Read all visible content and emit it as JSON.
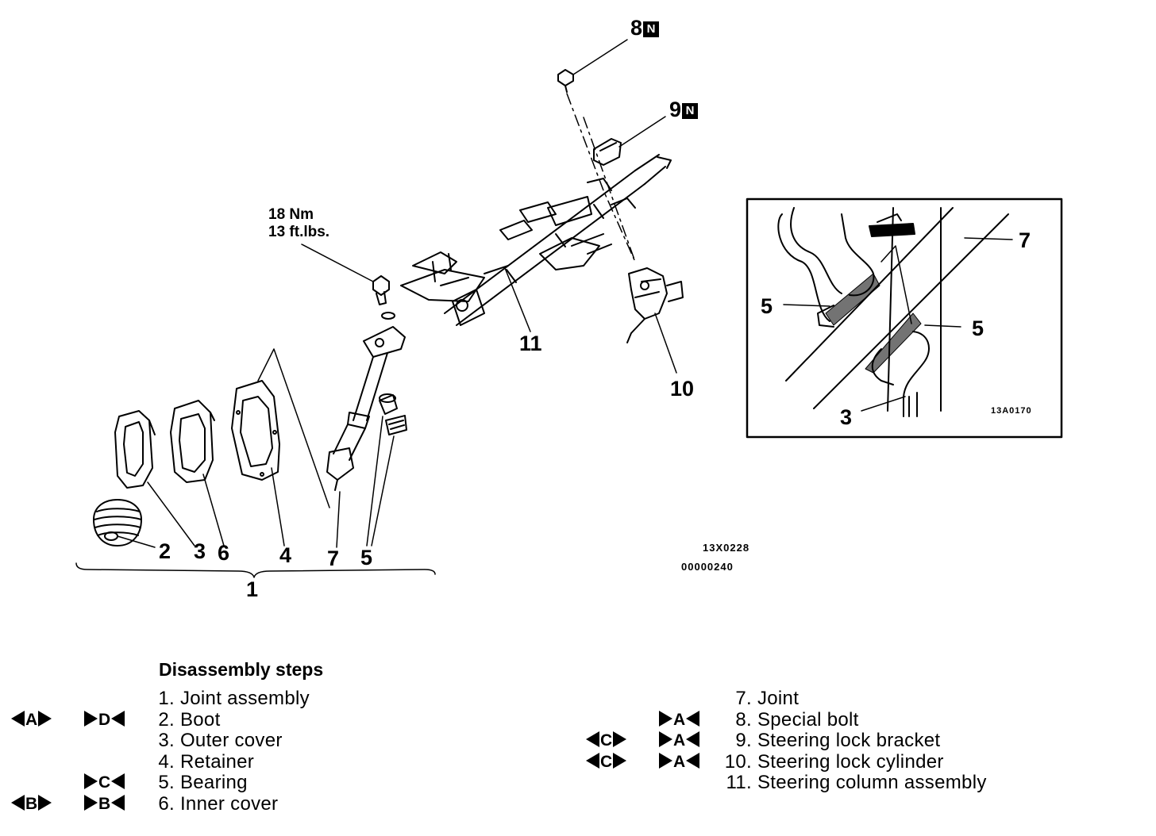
{
  "callouts": {
    "c1": "1",
    "c2": "2",
    "c3": "3",
    "c4": "4",
    "c5": "5",
    "c6": "6",
    "c7": "7",
    "c8": "8",
    "c9": "9",
    "c10": "10",
    "c11": "11",
    "n_badge": "N",
    "inset_c7": "7",
    "inset_c5a": "5",
    "inset_c5b": "5",
    "inset_c3": "3"
  },
  "torque": {
    "nm": "18 Nm",
    "ftlbs": "13 ft.lbs."
  },
  "codes": {
    "main_a": "13X0228",
    "main_b": "00000240",
    "inset": "13A0170"
  },
  "steps_title": "Disassembly steps",
  "steps_left": [
    {
      "num": "1.",
      "text": "Joint assembly",
      "mark1": "",
      "mark2": ""
    },
    {
      "num": "2.",
      "text": "Boot",
      "mark1": "A",
      "mark2": "D"
    },
    {
      "num": "3.",
      "text": "Outer cover",
      "mark1": "",
      "mark2": ""
    },
    {
      "num": "4.",
      "text": "Retainer",
      "mark1": "",
      "mark2": ""
    },
    {
      "num": "5.",
      "text": "Bearing",
      "mark1": "",
      "mark2": "C"
    },
    {
      "num": "6.",
      "text": "Inner cover",
      "mark1": "B",
      "mark2": "B"
    }
  ],
  "steps_right": [
    {
      "num": "7.",
      "text": "Joint",
      "mark1": "",
      "mark2": ""
    },
    {
      "num": "8.",
      "text": "Special bolt",
      "mark1": "",
      "mark2": "A"
    },
    {
      "num": "9.",
      "text": "Steering lock bracket",
      "mark1": "C",
      "mark2": "A"
    },
    {
      "num": "10.",
      "text": "Steering lock cylinder",
      "mark1": "C",
      "mark2": "A"
    },
    {
      "num": "11.",
      "text": "Steering column assembly",
      "mark1": "",
      "mark2": ""
    }
  ]
}
